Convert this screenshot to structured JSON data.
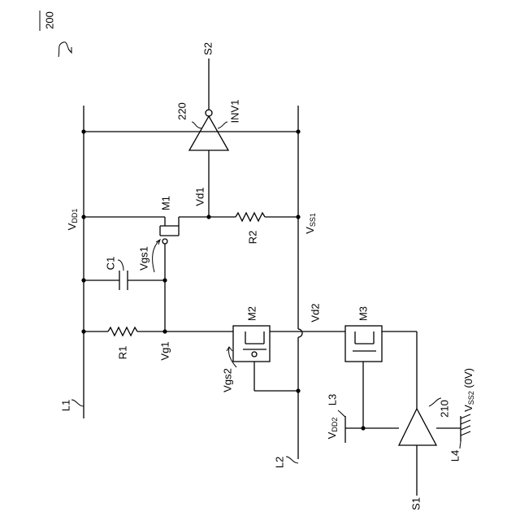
{
  "figure_number": "200",
  "line_L1": "L1",
  "line_L2": "L2",
  "line_L3": "L3",
  "line_L4": "L4",
  "inverter_220": "220",
  "inverter_name": "INV1",
  "output_s2": "S2",
  "input_s1": "S1",
  "buffer_210": "210",
  "vdd1": {
    "main": "V",
    "sub": "DD1"
  },
  "vss1": {
    "main": "V",
    "sub": "SS1"
  },
  "vdd2": {
    "main": "V",
    "sub": "DD2"
  },
  "vss2": {
    "main": "V",
    "sub": "SS2",
    "suffix": " (0V)"
  },
  "vd1": "Vd1",
  "vd2": "Vd2",
  "vg1": "Vg1",
  "vgs1": "Vgs1",
  "vgs2": "Vgs2",
  "m1": "M1",
  "m2": "M2",
  "m3": "M3",
  "c1": "C1",
  "r1": "R1",
  "r2": "R2"
}
